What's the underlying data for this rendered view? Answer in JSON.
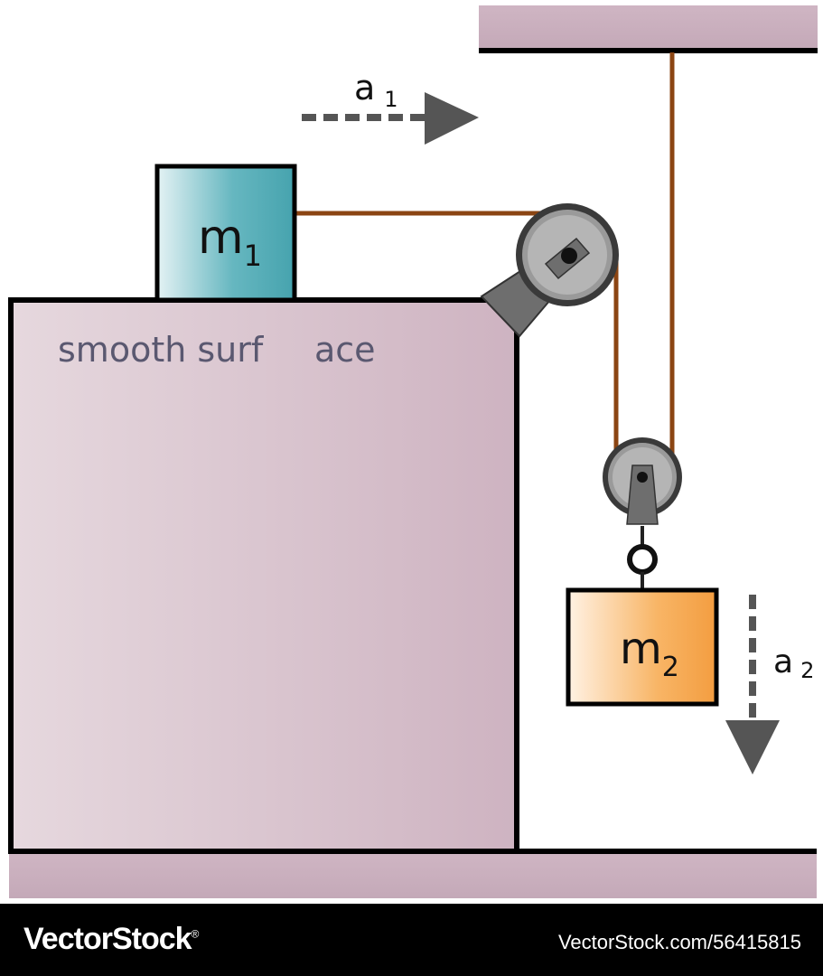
{
  "diagram": {
    "mass1": {
      "symbol": "m",
      "subscript": "1"
    },
    "mass2": {
      "symbol": "m",
      "subscript": "2"
    },
    "accel1": {
      "symbol": "a",
      "subscript": "1"
    },
    "accel2": {
      "symbol": "a",
      "subscript": "2"
    },
    "surface_label_part1": "smooth surf",
    "surface_label_part2": "ace",
    "colors": {
      "table": "#d4bcc8",
      "block1": "#4aa7b2",
      "block2": "#f5a24a",
      "rope": "#8b4513",
      "pulley": "#555555",
      "arrow": "#555555"
    }
  },
  "footer": {
    "brand": "VectorStock",
    "registered_mark": "®",
    "credit": "VectorStock.com/56415815"
  }
}
